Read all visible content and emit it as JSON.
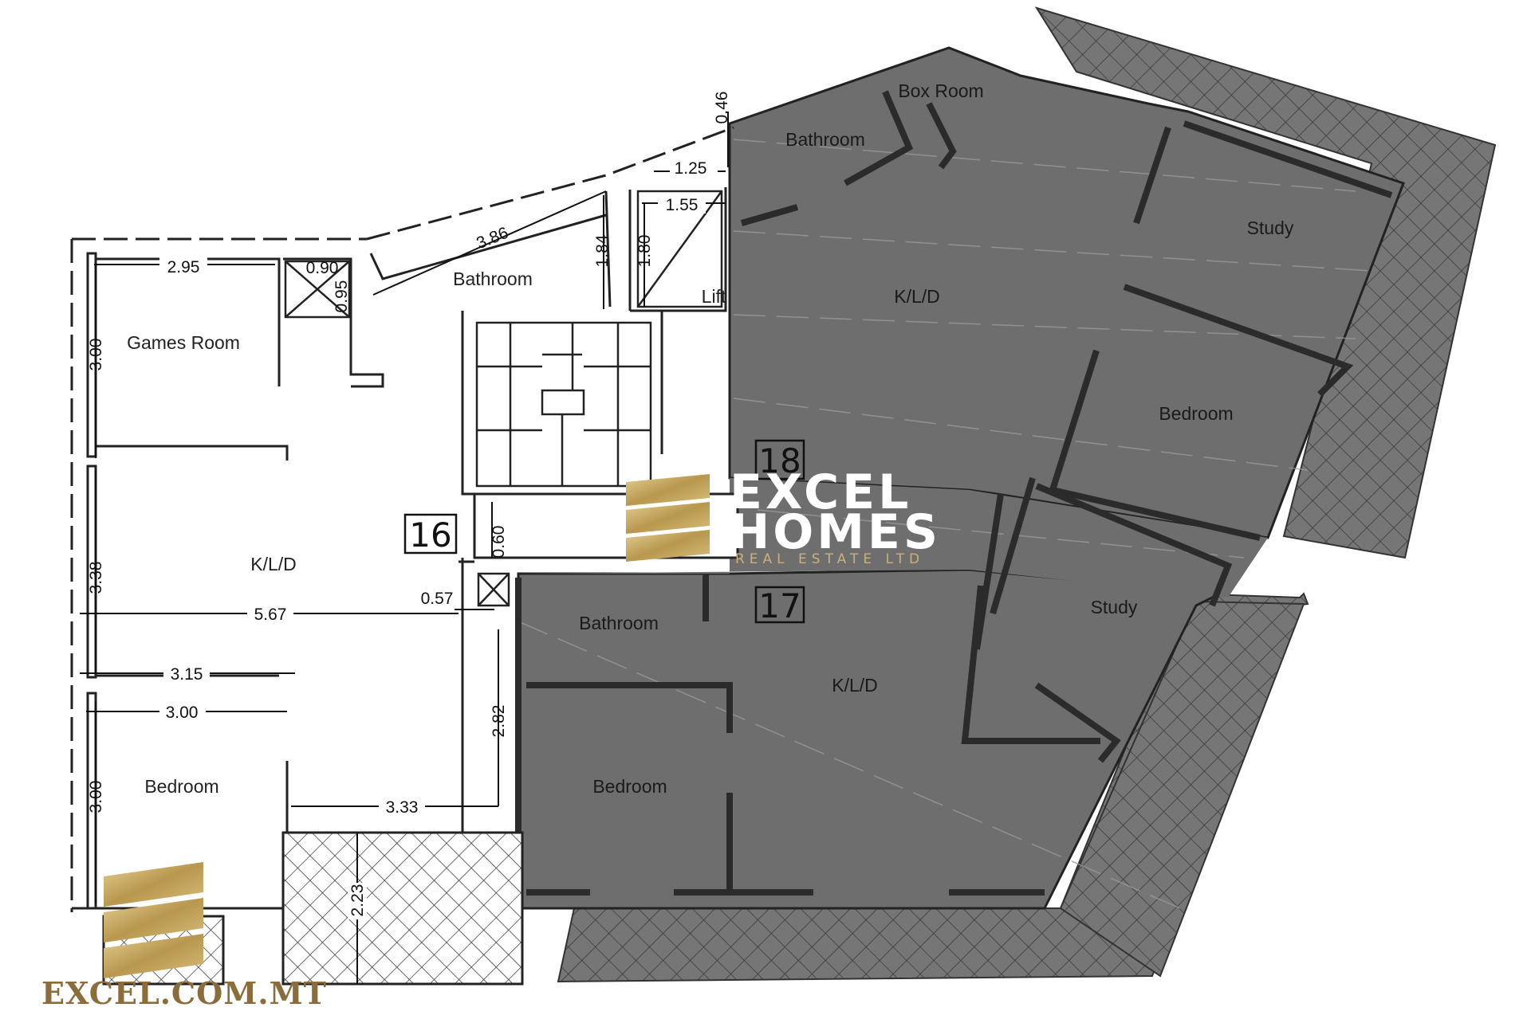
{
  "rooms": {
    "u16_games": "Games Room",
    "u16_bathroom": "Bathroom",
    "u16_kld": "K/L/D",
    "u16_bedroom": "Bedroom",
    "lift": "Lift",
    "u18_bathroom": "Bathroom",
    "u18_boxroom": "Box Room",
    "u18_study": "Study",
    "u18_kld": "K/L/D",
    "u18_bedroom": "Bedroom",
    "u17_bathroom": "Bathroom",
    "u17_study": "Study",
    "u17_kld": "K/L/D",
    "u17_bedroom": "Bedroom"
  },
  "units": {
    "u16": "16",
    "u17": "17",
    "u18": "18"
  },
  "dimensions": {
    "d295": "2.95",
    "d090": "0.90",
    "d095": "0.95",
    "d386": "3.86",
    "d184": "1.84",
    "d180": "1.80",
    "d155": "1.55",
    "d125": "1.25",
    "d046": "0.46",
    "d300a": "3.00",
    "d338": "3.38",
    "d567": "5.67",
    "d057": "0.57",
    "d060": "0.60",
    "d315": "3.15",
    "d300b": "3.00",
    "d300c": "3.00",
    "d282": "2.82",
    "d333": "3.33",
    "d223": "2.23"
  },
  "branding": {
    "watermark_line1": "EXCEL",
    "watermark_line2": "HOMES",
    "watermark_line3": "REAL ESTATE LTD",
    "website": "EXCEL.COM.MT"
  },
  "colors": {
    "dark_unit_fill": "#6e6e6e",
    "terrace_fill": "#7a7a7a",
    "wall": "#222222",
    "gold": "#b89a55"
  }
}
